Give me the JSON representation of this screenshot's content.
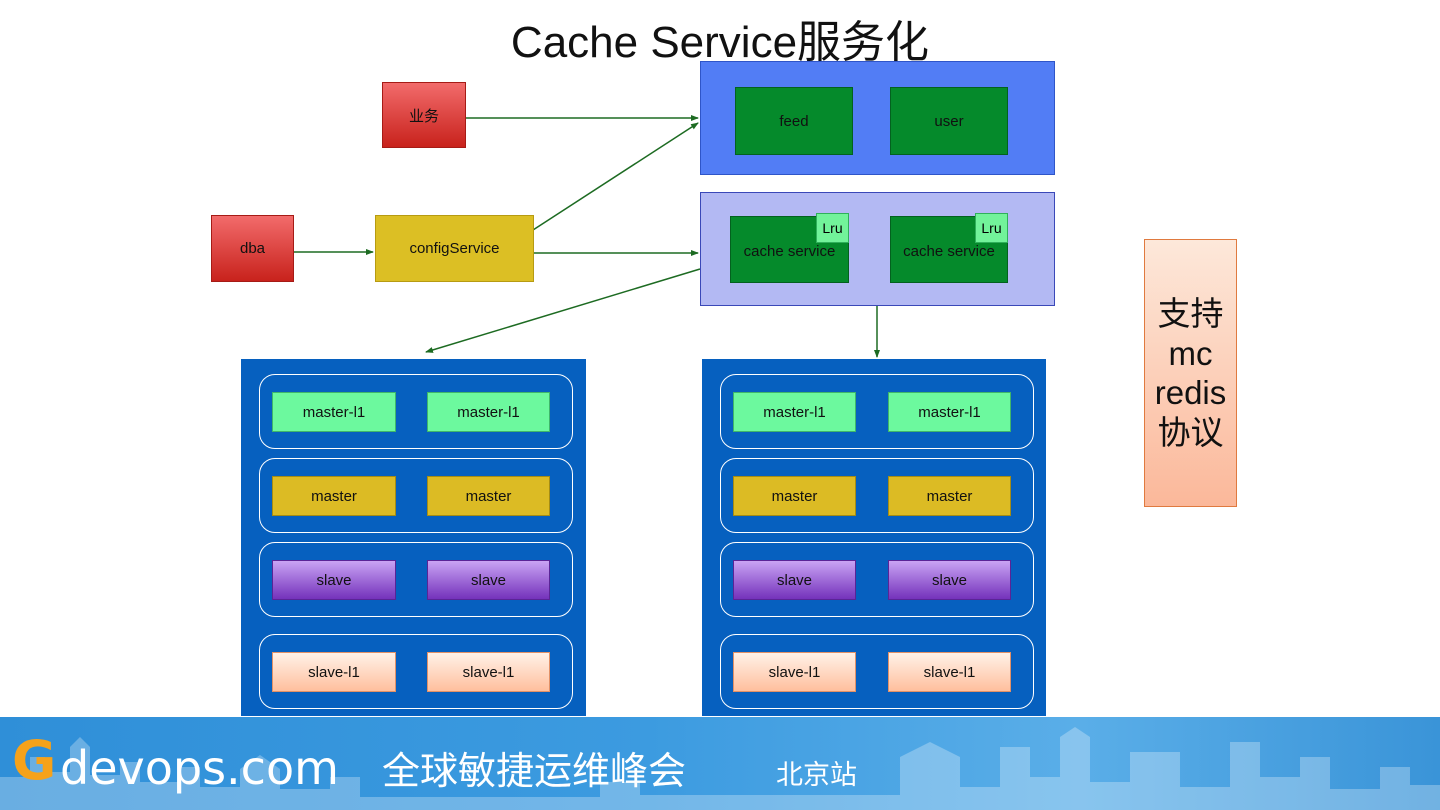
{
  "title": "Cache Service服务化",
  "nodes": {
    "business": "业务",
    "dba": "dba",
    "config_service": "configService",
    "feed": "feed",
    "user": "user",
    "cache_service_1": "cache service",
    "cache_service_2": "cache service",
    "lru_1": "Lru",
    "lru_2": "Lru"
  },
  "clusters": [
    {
      "rows": [
        [
          "master-l1",
          "master-l1"
        ],
        [
          "master",
          "master"
        ],
        [
          "slave",
          "slave"
        ],
        [
          "slave-l1",
          "slave-l1"
        ]
      ]
    },
    {
      "rows": [
        [
          "master-l1",
          "master-l1"
        ],
        [
          "master",
          "master"
        ],
        [
          "slave",
          "slave"
        ],
        [
          "slave-l1",
          "slave-l1"
        ]
      ]
    }
  ],
  "side_note": "支持mc redis协议",
  "footer": {
    "logo_g": "G",
    "logo_text": "devops.com",
    "logo_cn": "全球敏捷运维峰会",
    "city": "北京站"
  },
  "colors": {
    "arrow": "#1d6b22",
    "panel_blue": "#527df5",
    "panel_lavender": "#b3b9f3",
    "node_green": "#058a2b",
    "cluster_blue": "#0660bf",
    "footer_blue": "#3c9be0",
    "logo_orange": "#f6a21a"
  }
}
